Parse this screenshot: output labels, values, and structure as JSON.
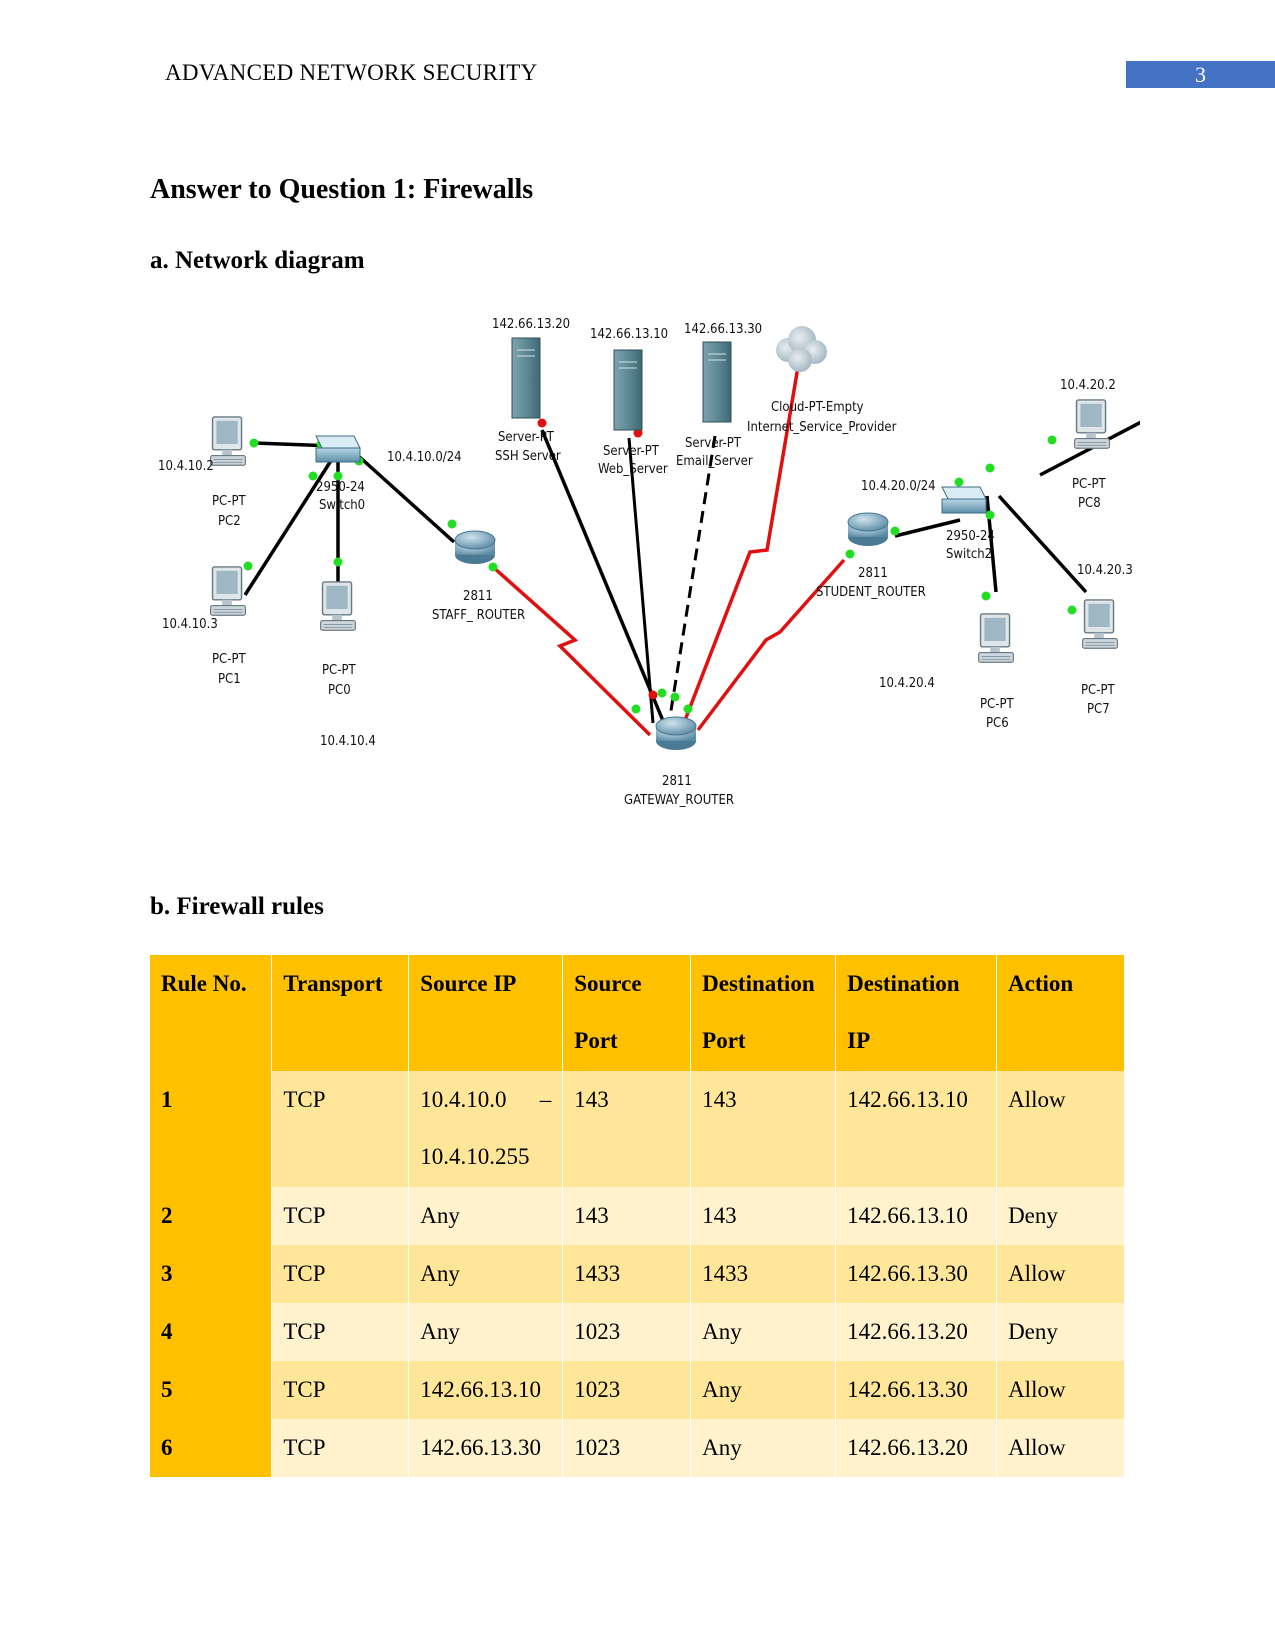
{
  "header": {
    "running_head": "ADVANCED NETWORK SECURITY",
    "page_number": "3"
  },
  "title": "Answer to Question 1: Firewalls",
  "section_a": {
    "heading": "a. Network diagram",
    "diagram": {
      "servers": [
        {
          "ip": "142.66.13.20",
          "model": "Server-PT",
          "name": "SSH Server"
        },
        {
          "ip": "142.66.13.10",
          "model": "Server-PT",
          "name": "Web_Server"
        },
        {
          "ip": "142.66.13.30",
          "model": "Server-PT",
          "name": "Email_Server"
        }
      ],
      "cloud": {
        "model": "Cloud-PT-Empty",
        "name": "Internet_Service_Provider"
      },
      "switches": [
        {
          "model": "2950-24",
          "name": "Switch0",
          "subnet": "10.4.10.0/24"
        },
        {
          "model": "2950-24",
          "name": "Switch2",
          "subnet": "10.4.20.0/24"
        }
      ],
      "routers": [
        {
          "model": "2811",
          "name": "STAFF_ ROUTER"
        },
        {
          "model": "2811",
          "name": "STUDENT_ROUTER"
        },
        {
          "model": "2811",
          "name": "GATEWAY_ROUTER"
        }
      ],
      "pcs": [
        {
          "model": "PC-PT",
          "name": "PC2",
          "ip": "10.4.10.2"
        },
        {
          "model": "PC-PT",
          "name": "PC1",
          "ip": "10.4.10.3"
        },
        {
          "model": "PC-PT",
          "name": "PC0",
          "ip": "10.4.10.4"
        },
        {
          "model": "PC-PT",
          "name": "PC8",
          "ip": "10.4.20.2"
        },
        {
          "model": "PC-PT",
          "name": "PC6",
          "ip": "10.4.20.4"
        },
        {
          "model": "PC-PT",
          "name": "PC7",
          "ip": "10.4.20.3"
        }
      ]
    }
  },
  "section_b": {
    "heading": "b. Firewall rules",
    "columns": [
      [
        "Rule No.",
        ""
      ],
      [
        "Transport",
        ""
      ],
      [
        "Source IP",
        ""
      ],
      [
        "Source",
        "Port"
      ],
      [
        "Destination",
        "Port"
      ],
      [
        "Destination",
        "IP"
      ],
      [
        "Action",
        ""
      ]
    ],
    "rows": [
      {
        "no": "1",
        "transport": "TCP",
        "src_ip": "10.4.10.0",
        "src_ip_dash": "–",
        "src_ip_2": "10.4.10.255",
        "src_port": "143",
        "dst_port": "143",
        "dst_ip": "142.66.13.10",
        "action": "Allow"
      },
      {
        "no": "2",
        "transport": "TCP",
        "src_ip": "Any",
        "src_port": "143",
        "dst_port": "143",
        "dst_ip": "142.66.13.10",
        "action": "Deny"
      },
      {
        "no": "3",
        "transport": "TCP",
        "src_ip": "Any",
        "src_port": "1433",
        "dst_port": "1433",
        "dst_ip": "142.66.13.30",
        "action": "Allow"
      },
      {
        "no": "4",
        "transport": "TCP",
        "src_ip": "Any",
        "src_port": "1023",
        "dst_port": "Any",
        "dst_ip": "142.66.13.20",
        "action": "Deny"
      },
      {
        "no": "5",
        "transport": "TCP",
        "src_ip": "142.66.13.10",
        "src_port": "1023",
        "dst_port": "Any",
        "dst_ip": "142.66.13.30",
        "action": "Allow"
      },
      {
        "no": "6",
        "transport": "TCP",
        "src_ip": "142.66.13.30",
        "src_port": "1023",
        "dst_port": "Any",
        "dst_ip": "142.66.13.20",
        "action": "Allow"
      }
    ]
  },
  "colors": {
    "header_bar": "#4472c4",
    "table_header": "#ffc000",
    "row_band_dark": "#ffe699",
    "row_band_light": "#fff2cc",
    "serial_link": "#e01010",
    "port_up": "#22dd22",
    "port_down": "#e01010"
  }
}
